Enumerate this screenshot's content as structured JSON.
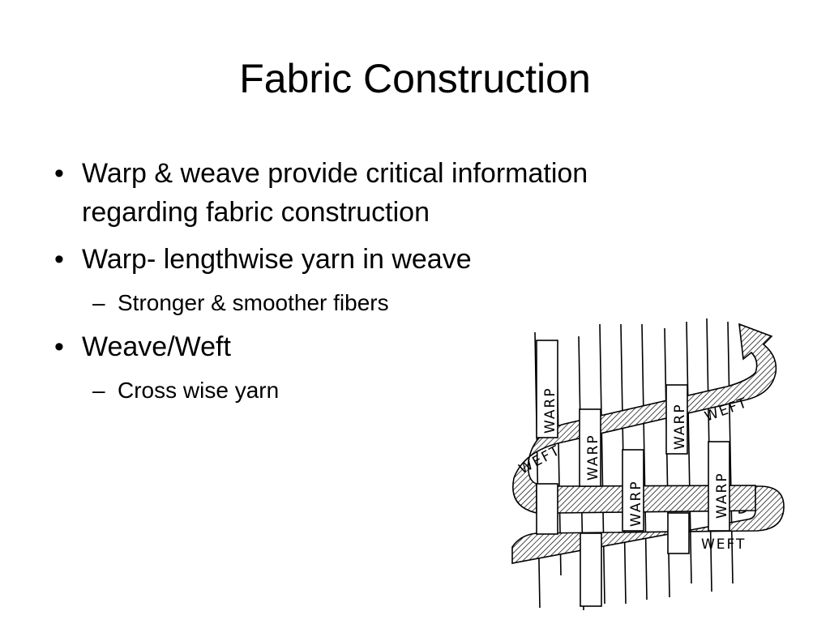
{
  "slide": {
    "title": "Fabric Construction",
    "bullets": [
      {
        "marker": "•",
        "text_line1": "Warp & weave provide critical information",
        "text_line2": "regarding fabric construction"
      },
      {
        "marker": "•",
        "text": "Warp- lengthwise yarn in weave",
        "sub": [
          {
            "marker": "–",
            "text": "Stronger & smoother fibers"
          }
        ]
      },
      {
        "marker": "•",
        "text": "Weave/Weft",
        "sub": [
          {
            "marker": "–",
            "text": "Cross wise yarn"
          }
        ]
      }
    ]
  },
  "diagram": {
    "description": "Plain weave illustration showing warp and weft yarns",
    "labels": {
      "warp": "WARP",
      "weft": "WEFT"
    }
  }
}
